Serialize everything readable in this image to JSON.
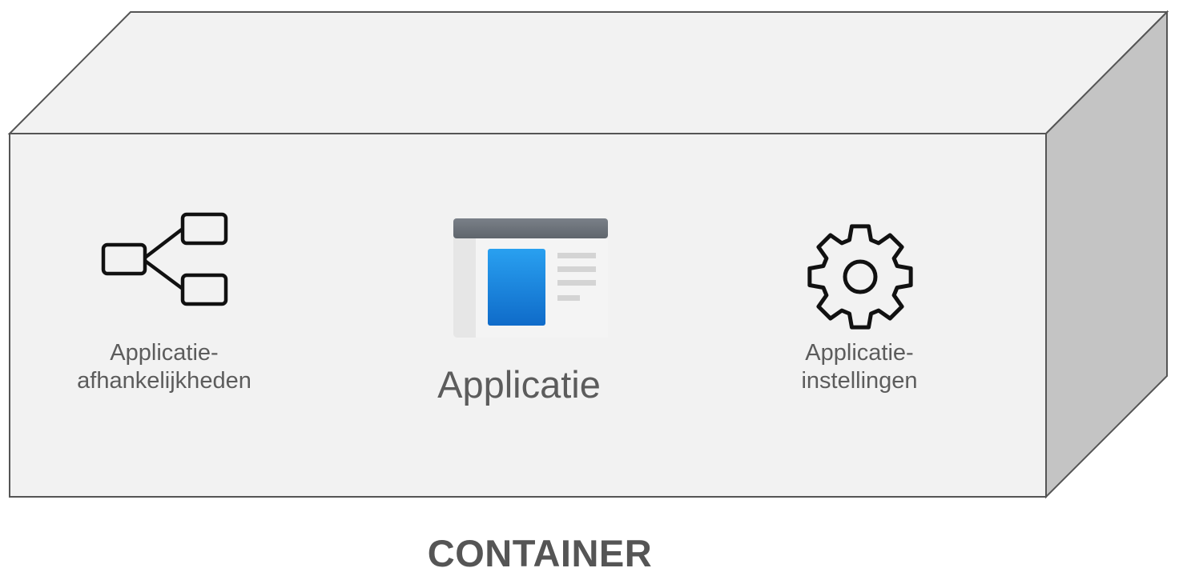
{
  "diagram": {
    "container_title": "CONTAINER",
    "items": [
      {
        "id": "dependencies",
        "label_lines": [
          "Applicatie-",
          "afhankelijkheden"
        ],
        "icon": "hierarchy-icon"
      },
      {
        "id": "application",
        "label": "Applicatie",
        "icon": "application-window-icon"
      },
      {
        "id": "settings",
        "label_lines": [
          "Applicatie-",
          "instellingen"
        ],
        "icon": "gear-icon"
      }
    ]
  },
  "colors": {
    "box_front": "#f2f2f2",
    "box_top": "#f2f2f2",
    "box_side": "#c4c4c4",
    "box_edge": "#555555",
    "text": "#5c5c5c",
    "app_accent": "#1e7fd6"
  }
}
